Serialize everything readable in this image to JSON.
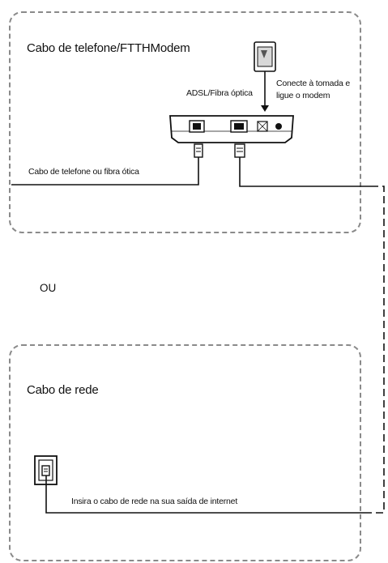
{
  "top_panel": {
    "title": "Cabo de telefone/FTTHModem",
    "port_label": "ADSL/Fibra óptica",
    "power_label": "Conecte à tomada e ligue o modem",
    "cable_label": "Cabo de telefone ou fibra ótica"
  },
  "separator": {
    "or_label": "OU"
  },
  "bottom_panel": {
    "title": "Cabo de rede",
    "cable_label": "Insira o cabo de rede na sua saída de internet"
  },
  "colors": {
    "dash_border": "#8a8a8a",
    "line": "#111111"
  },
  "icons": [
    "power-adapter-icon",
    "modem-icon",
    "wall-socket-icon",
    "cable-plug-icon"
  ]
}
